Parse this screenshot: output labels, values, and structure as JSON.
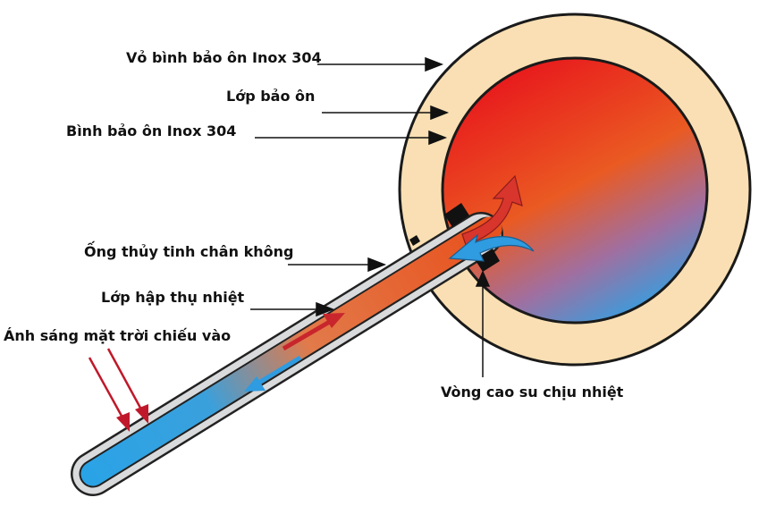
{
  "labels": {
    "outer_shell": "Vỏ bình bảo ôn Inox 304",
    "insulation": "Lớp bảo ôn",
    "inner_tank": "Bình bảo ôn Inox 304",
    "vacuum_tube": "Ống thủy tinh chân không",
    "absorber_layer": "Lớp hập thụ nhiệt",
    "sunlight": "Ánh sáng mặt trời chiếu vào",
    "rubber_ring": "Vòng cao su chịu nhiệt"
  },
  "colors": {
    "insulation": "#f9dfb3",
    "hot_water": "#e8101c",
    "warm_water": "#ea5a22",
    "cold_water": "#2aa3e6",
    "tube_glass": "#d9dadb",
    "sun_ray": "#c0182a",
    "hot_arrow": "#c8262c",
    "cold_arrow": "#2f9be0",
    "seal": "#111111"
  }
}
